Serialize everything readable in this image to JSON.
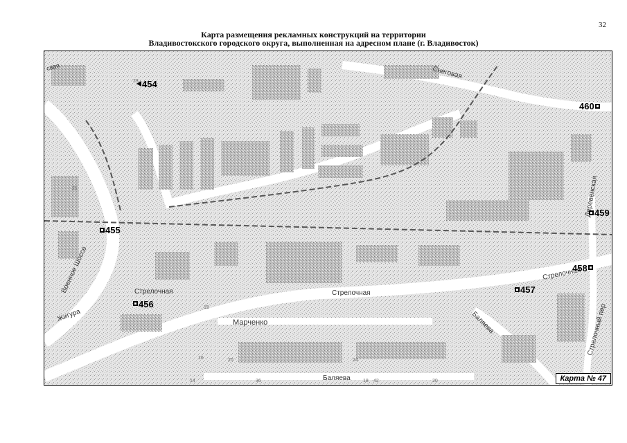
{
  "page_number": "32",
  "title": {
    "line1": "Карта размещения рекламных конструкций на территории",
    "line2": "Владивостокского городского округа, выполненная на адресном плане (г. Владивосток)"
  },
  "map_number": "Карта № 47",
  "streets": {
    "snegovaya": "Снеговая",
    "streletchnaya_west": "Стрелочная",
    "streletchnaya_center": "Стрелочная",
    "streletchnaya_east": "Стрелочная",
    "voennoe_shosse": "Военное Шоссе",
    "zhigura": "Жигура",
    "marchenko": "Марченко",
    "balyaeva_east": "Баляева",
    "balyaeva_south": "Баляева",
    "derevenskaya": "Деревенская",
    "strelochny_per": "Стрелочный пер",
    "svaya": "свая"
  },
  "markers": [
    {
      "id": "454",
      "label": "454"
    },
    {
      "id": "455",
      "label": "455"
    },
    {
      "id": "456",
      "label": "456"
    },
    {
      "id": "457",
      "label": "457"
    },
    {
      "id": "458",
      "label": "458"
    },
    {
      "id": "459",
      "label": "459"
    },
    {
      "id": "460",
      "label": "460"
    }
  ],
  "house_numbers": [
    "21",
    "23",
    "16",
    "20",
    "24",
    "42",
    "36",
    "15",
    "14",
    "18",
    "20"
  ],
  "colors": {
    "building_fill": "#cfcfcf",
    "railway": "#555555",
    "road": "#ffffff",
    "frame": "#000000"
  }
}
